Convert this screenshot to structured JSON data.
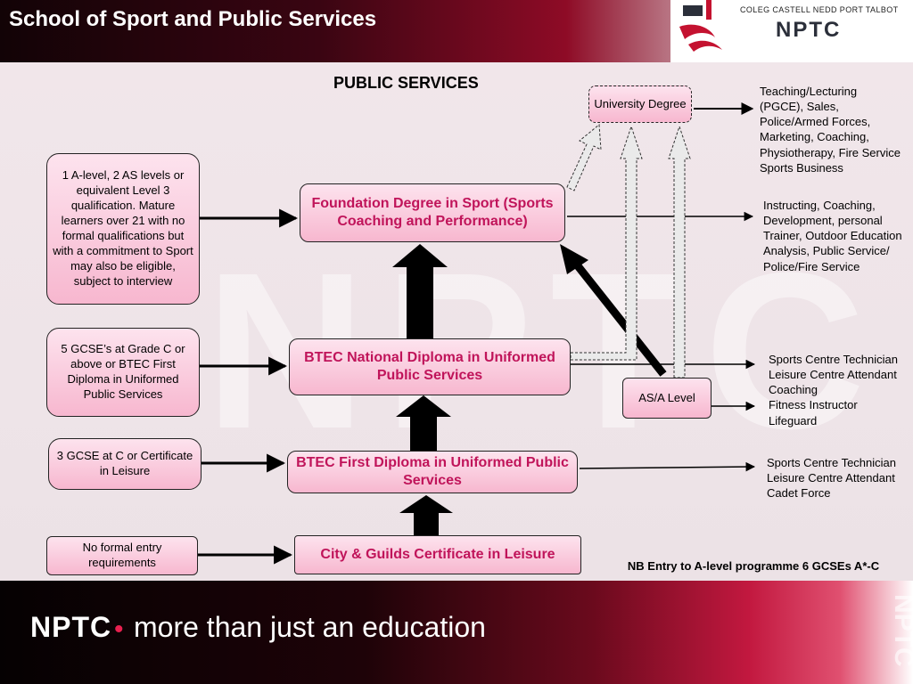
{
  "header": {
    "title": "School of Sport and Public Services",
    "logo_college": "COLEG CASTELL NEDD PORT TALBOT",
    "logo_brand": "NPTC"
  },
  "diagram": {
    "section_title": "PUBLIC SERVICES",
    "entry_requirements": [
      "1 A-level, 2 AS levels or equivalent Level 3 qualification.  Mature learners over 21 with no formal qualifications but with a commitment to Sport may also be eligible, subject to interview",
      "5 GCSE’s at Grade C or above or BTEC First Diploma in Uniformed Public Services",
      "3 GCSE at C or Certificate in Leisure",
      "No formal entry requirements"
    ],
    "courses": [
      "Foundation Degree in Sport (Sports Coaching and Performance)",
      "BTEC National Diploma in Uniformed Public Services",
      "BTEC First Diploma in Uniformed Public Services",
      "City & Guilds Certificate in Leisure"
    ],
    "university_degree": "University Degree",
    "as_a_level": "AS/A Level",
    "outcomes": [
      "Teaching/Lecturing\n(PGCE), Sales,\nPolice/Armed Forces,\nMarketing, Coaching,\nPhysiotherapy, Fire Service\nSports Business",
      "Instructing, Coaching,\nDevelopment, personal\nTrainer, Outdoor Education\nAnalysis, Public Service/\nPolice/Fire Service",
      "Sports Centre Technician\nLeisure Centre Attendant\nCoaching\nFitness Instructor\nLifeguard",
      "Sports Centre Technician\nLeisure Centre Attendant\nCadet Force"
    ],
    "nb_note": "NB Entry to A-level programme 6 GCSEs A*-C"
  },
  "footer": {
    "brand": "NPTC",
    "tagline": "more than just an education",
    "vertical_brand": "NPTC"
  },
  "colors": {
    "course_text": "#c0145a",
    "box_fill_top": "#fde3ee",
    "box_fill_bottom": "#f7b7cf",
    "brand_red": "#8e0b26"
  }
}
